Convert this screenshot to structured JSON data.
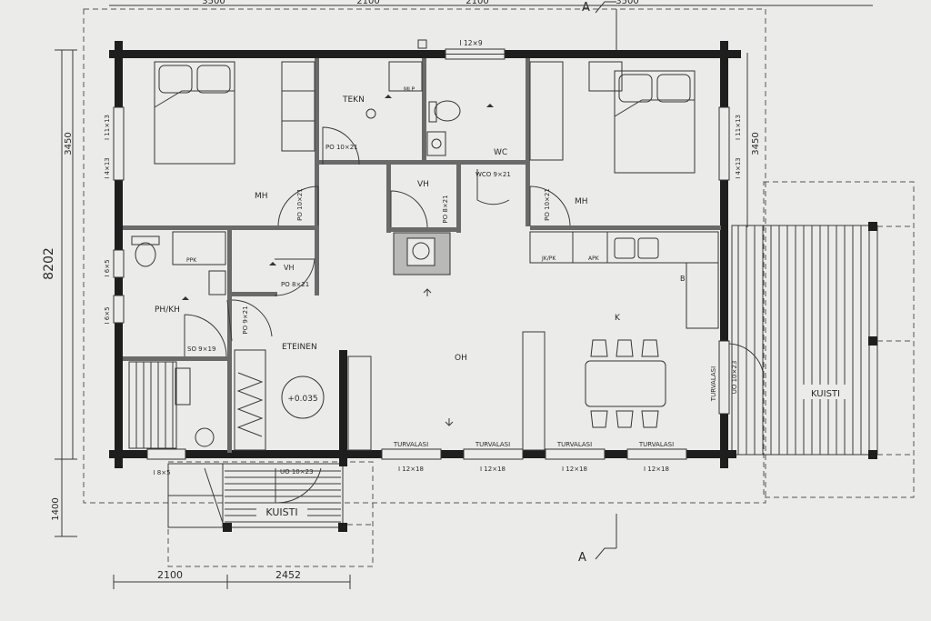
{
  "dimensions": {
    "top": [
      "3500",
      "2100",
      "2100",
      "3500"
    ],
    "left_total": "8202",
    "left_upper": "3450",
    "left_lower": "1400",
    "right_upper": "3450",
    "bottom_left": "2100",
    "bottom_right": "2452"
  },
  "section_marker": "A",
  "rooms": {
    "mh_left": "MH",
    "mh_right": "MH",
    "tekn": "TEKN",
    "wc": "WC",
    "vh_center": "VH",
    "vh_left": "VH",
    "ph_kh": "PH/KH",
    "eteinen": "ETEINEN",
    "oh": "OH",
    "k": "K",
    "kuisti_right": "KUISTI",
    "kuisti_bottom": "KUISTI"
  },
  "door_codes": {
    "po_tekn": "PO 10×21",
    "po_mh_left": "PO 10×21",
    "wco": "WCO 9×21",
    "po_vh": "PO 8×21",
    "po_mh_right": "PO 10×21",
    "po_vh_left": "PO 8×21",
    "po_9": "PO 9×21",
    "so": "SO 9×19",
    "uo_front": "UO 10×23",
    "uo_kuisti": "UO 10×23"
  },
  "window_codes": {
    "top_window": "I 12×9",
    "left_mh": "I 11×13",
    "left_mh_low": "I 4×13",
    "right_mh": "I 11×13",
    "right_mh_low": "I 4×13",
    "left_ph_1": "I 6×5",
    "left_ph_2": "I 6×5",
    "bottom_small": "I 8×5",
    "bottom_windows": [
      "I 12×18",
      "I 12×18",
      "I 12×18",
      "I 12×18"
    ],
    "turvalasi": "TURVALASI"
  },
  "fixtures": {
    "ppk_left": "PPK",
    "jkpk": "JK/PK",
    "apk": "APK",
    "mlp": "MLP",
    "level": "+0.035",
    "b_marker": "B"
  }
}
